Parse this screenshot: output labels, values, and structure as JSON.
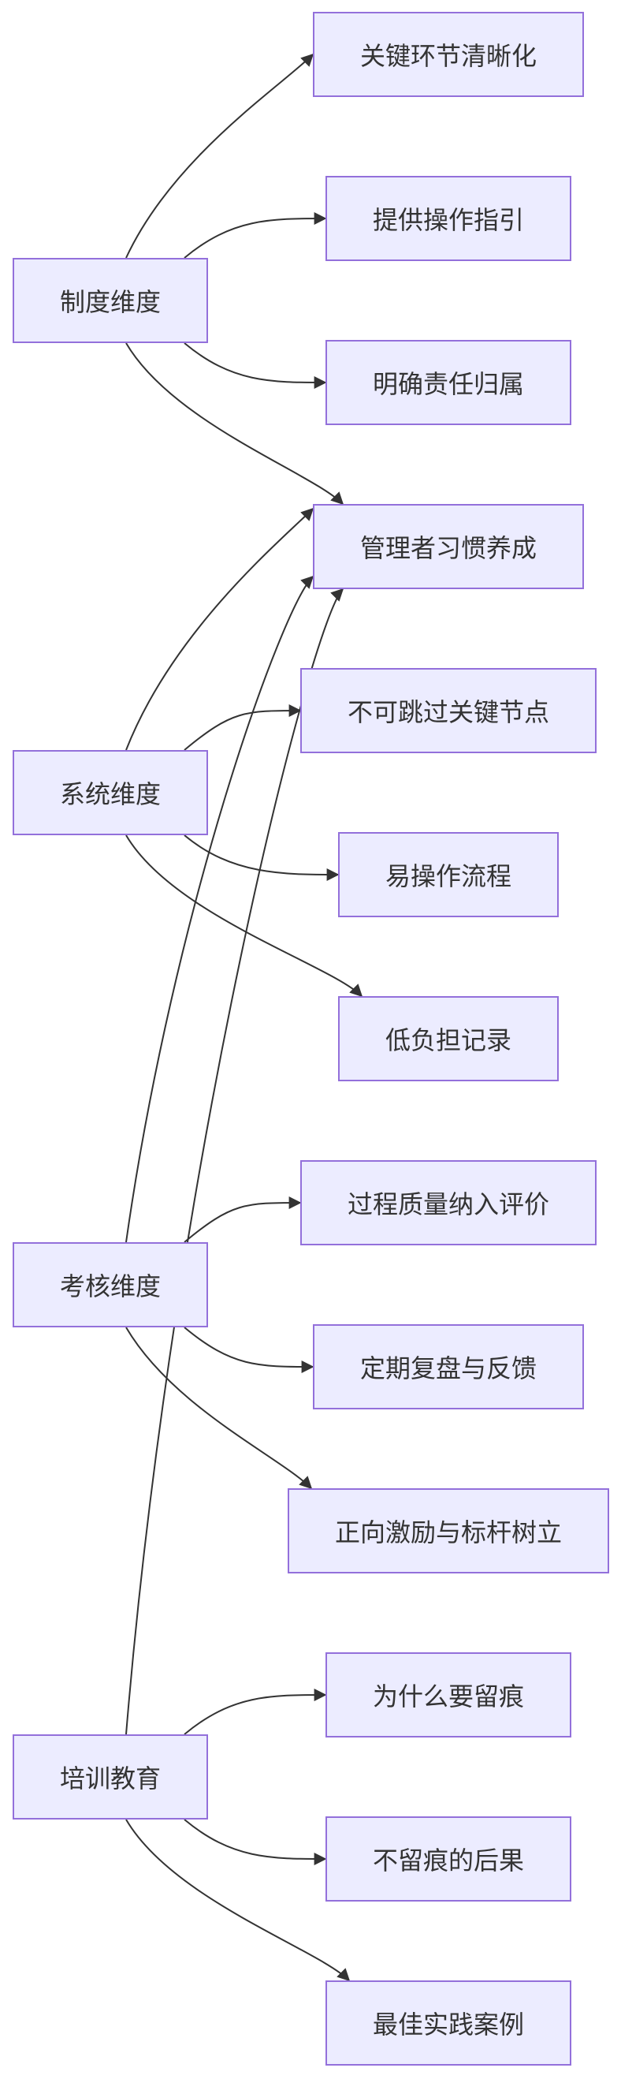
{
  "colors": {
    "node_fill": "#ececff",
    "node_border": "#9370db",
    "edge": "#333333",
    "text": "#333333"
  },
  "diagram": {
    "type": "flowchart-left-to-right",
    "nodes": {
      "n1": "制度维度",
      "n2": "系统维度",
      "n3": "考核维度",
      "n4": "培训教育",
      "t1": "关键环节清晰化",
      "t2": "提供操作指引",
      "t3": "明确责任归属",
      "t4": "管理者习惯养成",
      "t5": "不可跳过关键节点",
      "t6": "易操作流程",
      "t7": "低负担记录",
      "t8": "过程质量纳入评价",
      "t9": "定期复盘与反馈",
      "t10": "正向激励与标杆树立",
      "t11": "为什么要留痕",
      "t12": "不留痕的后果",
      "t13": "最佳实践案例"
    },
    "edges": [
      [
        "n1",
        "t1"
      ],
      [
        "n1",
        "t2"
      ],
      [
        "n1",
        "t3"
      ],
      [
        "n1",
        "t4"
      ],
      [
        "n2",
        "t4"
      ],
      [
        "n2",
        "t5"
      ],
      [
        "n2",
        "t6"
      ],
      [
        "n2",
        "t7"
      ],
      [
        "n3",
        "t4"
      ],
      [
        "n3",
        "t8"
      ],
      [
        "n3",
        "t9"
      ],
      [
        "n3",
        "t10"
      ],
      [
        "n4",
        "t4"
      ],
      [
        "n4",
        "t11"
      ],
      [
        "n4",
        "t12"
      ],
      [
        "n4",
        "t13"
      ]
    ]
  }
}
